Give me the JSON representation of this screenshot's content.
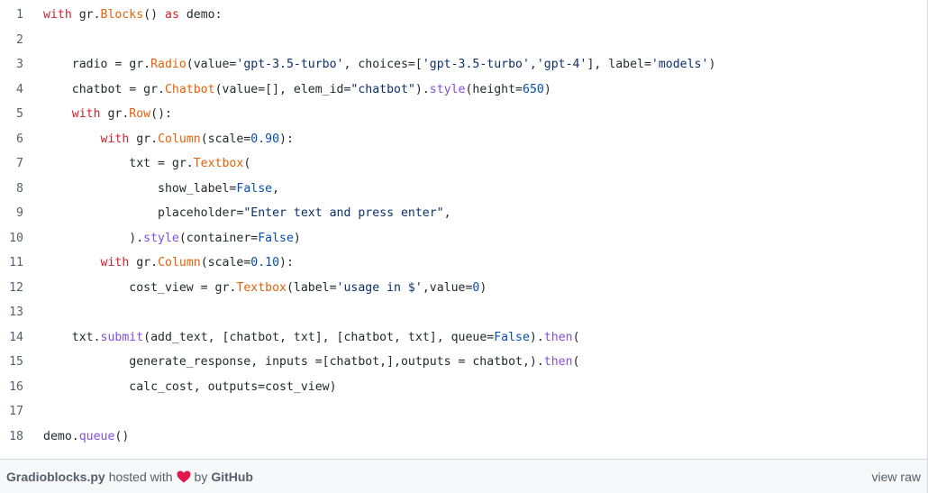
{
  "code_lines": [
    {
      "n": "1",
      "tokens": [
        {
          "t": "with",
          "c": "kw"
        },
        {
          "t": " gr."
        },
        {
          "t": "Blocks",
          "c": "cls"
        },
        {
          "t": "() "
        },
        {
          "t": "as",
          "c": "kw"
        },
        {
          "t": " demo:"
        }
      ]
    },
    {
      "n": "2",
      "tokens": []
    },
    {
      "n": "3",
      "tokens": [
        {
          "t": "    radio = gr."
        },
        {
          "t": "Radio",
          "c": "cls"
        },
        {
          "t": "(value="
        },
        {
          "t": "'gpt-3.5-turbo'",
          "c": "str"
        },
        {
          "t": ", choices=["
        },
        {
          "t": "'gpt-3.5-turbo'",
          "c": "str"
        },
        {
          "t": ","
        },
        {
          "t": "'gpt-4'",
          "c": "str"
        },
        {
          "t": "], label="
        },
        {
          "t": "'models'",
          "c": "str"
        },
        {
          "t": ")"
        }
      ]
    },
    {
      "n": "4",
      "tokens": [
        {
          "t": "    chatbot = gr."
        },
        {
          "t": "Chatbot",
          "c": "cls"
        },
        {
          "t": "(value=[], elem_id="
        },
        {
          "t": "\"chatbot\"",
          "c": "str"
        },
        {
          "t": ")."
        },
        {
          "t": "style",
          "c": "fn"
        },
        {
          "t": "(height="
        },
        {
          "t": "650",
          "c": "num"
        },
        {
          "t": ")"
        }
      ]
    },
    {
      "n": "5",
      "tokens": [
        {
          "t": "    "
        },
        {
          "t": "with",
          "c": "kw"
        },
        {
          "t": " gr."
        },
        {
          "t": "Row",
          "c": "cls"
        },
        {
          "t": "():"
        }
      ]
    },
    {
      "n": "6",
      "tokens": [
        {
          "t": "        "
        },
        {
          "t": "with",
          "c": "kw"
        },
        {
          "t": " gr."
        },
        {
          "t": "Column",
          "c": "cls"
        },
        {
          "t": "(scale="
        },
        {
          "t": "0.90",
          "c": "num"
        },
        {
          "t": "):"
        }
      ]
    },
    {
      "n": "7",
      "tokens": [
        {
          "t": "            txt = gr."
        },
        {
          "t": "Textbox",
          "c": "cls"
        },
        {
          "t": "("
        }
      ]
    },
    {
      "n": "8",
      "tokens": [
        {
          "t": "                show_label="
        },
        {
          "t": "False",
          "c": "num"
        },
        {
          "t": ","
        }
      ]
    },
    {
      "n": "9",
      "tokens": [
        {
          "t": "                placeholder="
        },
        {
          "t": "\"Enter text and press enter\"",
          "c": "str"
        },
        {
          "t": ","
        }
      ]
    },
    {
      "n": "10",
      "tokens": [
        {
          "t": "            )."
        },
        {
          "t": "style",
          "c": "fn"
        },
        {
          "t": "(container="
        },
        {
          "t": "False",
          "c": "num"
        },
        {
          "t": ")"
        }
      ]
    },
    {
      "n": "11",
      "tokens": [
        {
          "t": "        "
        },
        {
          "t": "with",
          "c": "kw"
        },
        {
          "t": " gr."
        },
        {
          "t": "Column",
          "c": "cls"
        },
        {
          "t": "(scale="
        },
        {
          "t": "0.10",
          "c": "num"
        },
        {
          "t": "):"
        }
      ]
    },
    {
      "n": "12",
      "tokens": [
        {
          "t": "            cost_view = gr."
        },
        {
          "t": "Textbox",
          "c": "cls"
        },
        {
          "t": "(label="
        },
        {
          "t": "'usage in $'",
          "c": "str"
        },
        {
          "t": ",value="
        },
        {
          "t": "0",
          "c": "num"
        },
        {
          "t": ")"
        }
      ]
    },
    {
      "n": "13",
      "tokens": []
    },
    {
      "n": "14",
      "tokens": [
        {
          "t": "    txt."
        },
        {
          "t": "submit",
          "c": "fn"
        },
        {
          "t": "(add_text, [chatbot, txt], [chatbot, txt], queue="
        },
        {
          "t": "False",
          "c": "num"
        },
        {
          "t": ")."
        },
        {
          "t": "then",
          "c": "fn"
        },
        {
          "t": "("
        }
      ]
    },
    {
      "n": "15",
      "tokens": [
        {
          "t": "            generate_response, inputs =[chatbot,],outputs = chatbot,)."
        },
        {
          "t": "then",
          "c": "fn"
        },
        {
          "t": "("
        }
      ]
    },
    {
      "n": "16",
      "tokens": [
        {
          "t": "            calc_cost, outputs=cost_view)"
        }
      ]
    },
    {
      "n": "17",
      "tokens": []
    },
    {
      "n": "18",
      "tokens": [
        {
          "t": "demo."
        },
        {
          "t": "queue",
          "c": "fn"
        },
        {
          "t": "()"
        }
      ]
    }
  ],
  "footer": {
    "filename": "Gradioblocks.py",
    "hosted_with": "hosted with",
    "by": "by",
    "host": "GitHub",
    "view_raw": "view raw",
    "heart_color": "#e0194a"
  },
  "colors": {
    "keyword": "#cf222e",
    "class": "#e36209",
    "string": "#0a3069",
    "number": "#0550ae",
    "function": "#8250df"
  }
}
